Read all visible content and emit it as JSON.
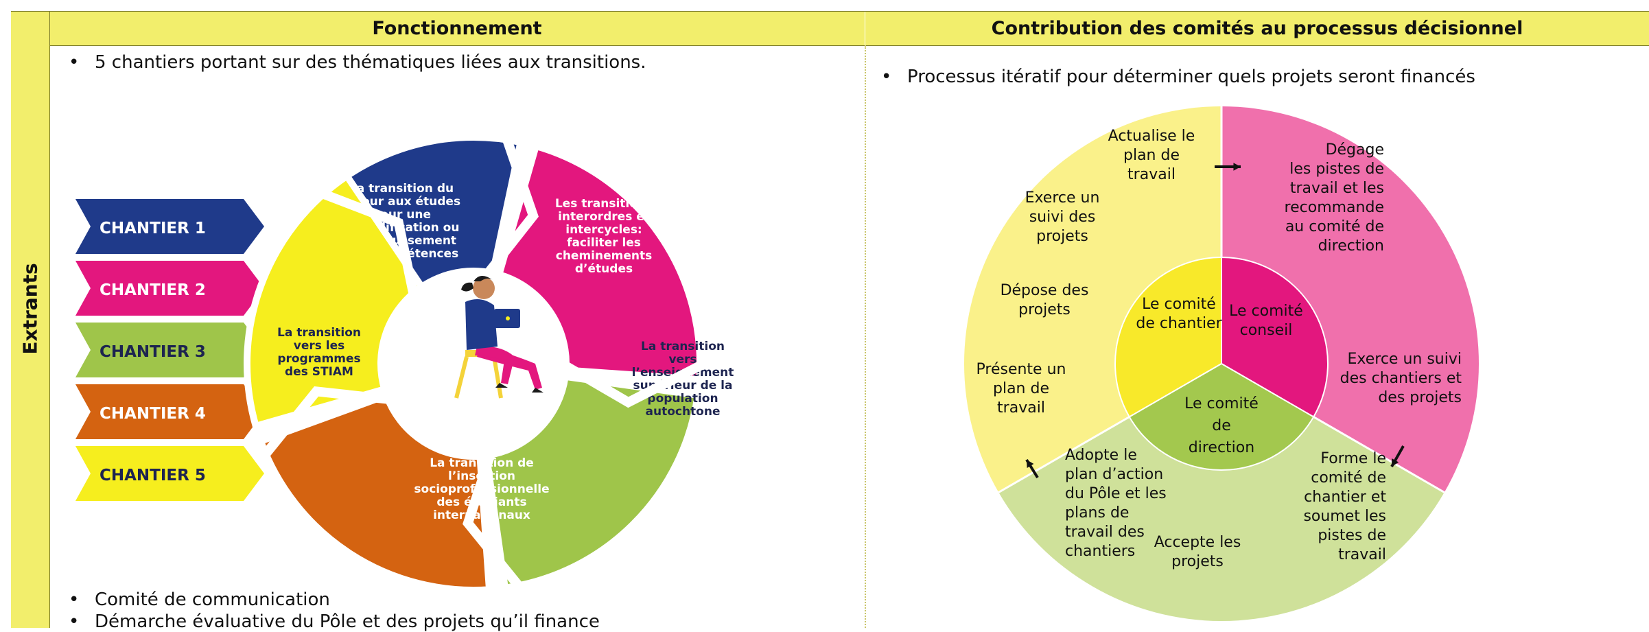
{
  "headers": {
    "fonctionnement": "Fonctionnement",
    "contribution": "Contribution des comités au processus décisionnel",
    "extrants": "Extrants"
  },
  "left": {
    "bullet_top": "5 chantiers portant sur des thématiques liées aux transitions.",
    "bullet_comm": "Comité de communication",
    "bullet_eval": "Démarche évaluative du Pôle et des projets qu’il finance",
    "chantiers": [
      {
        "label": "CHANTIER 1",
        "color": "#1f3a8a",
        "text_color": "#ffffff"
      },
      {
        "label": "CHANTIER 2",
        "color": "#e3177e",
        "text_color": "#ffffff"
      },
      {
        "label": "CHANTIER 3",
        "color": "#9fc54a",
        "text_color": "#1d2450"
      },
      {
        "label": "CHANTIER 4",
        "color": "#d46311",
        "text_color": "#ffffff"
      },
      {
        "label": "CHANTIER 5",
        "color": "#f6ee1e",
        "text_color": "#1d2450"
      }
    ],
    "cycle": [
      {
        "lines": [
          "La transition du",
          "retour aux études",
          "pour une",
          "requalification ou",
          "le rehaussement",
          "des compétences"
        ],
        "color": "#1f3a8a",
        "text_color": "#ffffff"
      },
      {
        "lines": [
          "Les transitions",
          "interordres et",
          "intercycles:",
          "faciliter les",
          "cheminements",
          "d’études"
        ],
        "color": "#e3177e",
        "text_color": "#ffffff"
      },
      {
        "lines": [
          "La transition",
          "vers",
          "l’enseignement",
          "supérieur de la",
          "population",
          "autochtone"
        ],
        "color": "#9fc54a",
        "text_color": "#1d2450"
      },
      {
        "lines": [
          "La transition de",
          "l’insertion",
          "socioprofessionnelle",
          "des étudiants",
          "internationaux"
        ],
        "color": "#d46311",
        "text_color": "#ffffff"
      },
      {
        "lines": [
          "La transition",
          "vers les",
          "programmes",
          "des STIAM"
        ],
        "color": "#f6ee1e",
        "text_color": "#1d2450"
      }
    ]
  },
  "right": {
    "bullet": "Processus itératif pour déterminer quels projets seront financés",
    "colors": {
      "yellow_outer": "#faf18a",
      "pink_outer": "#f070ac",
      "green_outer": "#cfe19a",
      "yellow_inner": "#f8e92a",
      "pink_inner": "#e3177e",
      "green_inner": "#a3c84e"
    },
    "inner": {
      "chantier": [
        "Le comité",
        "de chantier"
      ],
      "conseil": [
        "Le comité",
        "conseil"
      ],
      "direction": [
        "Le comité",
        "de",
        "direction"
      ]
    },
    "outer": {
      "actualise": [
        "Actualise le",
        "plan de",
        "travail"
      ],
      "exerce_suivi": [
        "Exerce un",
        "suivi des",
        "projets"
      ],
      "depose": [
        "Dépose des",
        "projets"
      ],
      "presente": [
        "Présente un",
        "plan de",
        "travail"
      ],
      "degage": [
        "Dégage",
        "les pistes de",
        "travail et les",
        "recommande",
        "au comité de",
        "direction"
      ],
      "exerce_chantiers": [
        "Exerce un suivi",
        "des chantiers et",
        "des projets"
      ],
      "adopte": [
        "Adopte le",
        "plan d’action",
        "du Pôle et les",
        "plans de",
        "travail des",
        "chantiers"
      ],
      "accepte": [
        "Accepte les",
        "projets"
      ],
      "forme": [
        "Forme le",
        "comité de",
        "chantier et",
        "soumet les",
        "pistes de",
        "travail"
      ]
    }
  }
}
